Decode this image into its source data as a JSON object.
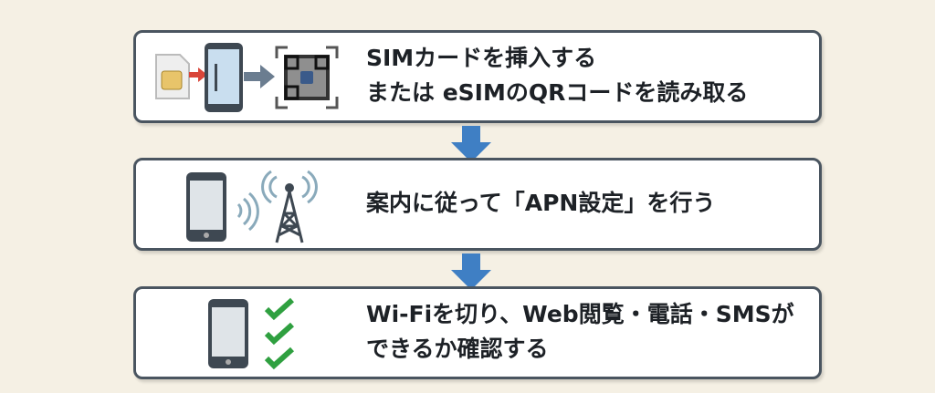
{
  "steps": [
    {
      "line1": "SIMカードを挿入する",
      "line2": "または eSIMのQRコードを読み取る",
      "icons": [
        "sim-card-icon",
        "smartphone-icon",
        "qr-code-icon"
      ]
    },
    {
      "line1": "案内に従って「APN設定」を行う",
      "icons": [
        "smartphone-icon",
        "signal-tower-icon"
      ]
    },
    {
      "line1": "Wi-Fiを切り、Web閲覧・電話・SMSが",
      "line2": "できるか確認する",
      "icons": [
        "smartphone-icon",
        "check-icon"
      ]
    }
  ],
  "colors": {
    "arrow": "#3f7fc4",
    "check": "#2fa040",
    "border": "#4a5560"
  }
}
